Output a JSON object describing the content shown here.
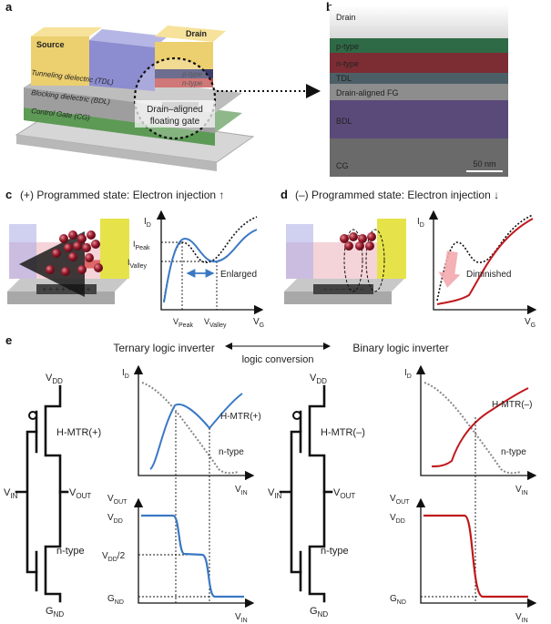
{
  "panels": {
    "a": {
      "label": "a",
      "source": "Source",
      "drain": "Drain",
      "p_type": "p-type",
      "n_type": "n-type",
      "tdl": "Tunneling dielectric (TDL)",
      "bdl": "Blocking dielectric (BDL)",
      "cg": "Control Gate (CG)",
      "fg_line1": "Drain–aligned",
      "fg_line2": "floating gate"
    },
    "b": {
      "label": "b",
      "layers": [
        "Drain",
        "p-type",
        "n-type",
        "TDL",
        "Drain-aligned FG",
        "BDL",
        "CG"
      ],
      "scale_bar": "50 nm"
    },
    "c": {
      "label": "c",
      "title": "(+) Programmed state: Electron injection ↑",
      "charge_signs": "+ + + + + + + +",
      "y_axis": "I",
      "y_sub": "D",
      "x_axis": "V",
      "x_sub": "G",
      "i_peak": "I",
      "i_peak_sub": "Peak",
      "i_valley": "I",
      "i_valley_sub": "Valley",
      "v_peak": "V",
      "v_peak_sub": "Peak",
      "v_valley": "V",
      "v_valley_sub": "Valley",
      "annotation": "Enlarged"
    },
    "d": {
      "label": "d",
      "title": "(–) Programmed state: Electron injection ↓",
      "charge_signs": "– – – – – – –",
      "y_axis": "I",
      "y_sub": "D",
      "x_axis": "V",
      "x_sub": "G",
      "annotation": "Diminished"
    },
    "e": {
      "label": "e",
      "left_title": "Ternary logic inverter",
      "right_title": "Binary logic inverter",
      "conversion": "logic conversion",
      "vdd": "V",
      "vdd_sub": "DD",
      "vin": "V",
      "vin_sub": "IN",
      "vout": "V",
      "vout_sub": "OUT",
      "gnd": "G",
      "gnd_sub": "ND",
      "ntype": "n-type",
      "hmtr_plus": "H-MTR(+)",
      "hmtr_minus": "H-MTR(–)",
      "id_axis": "I",
      "id_sub": "D",
      "vdd_half": "/2"
    }
  },
  "colors": {
    "blue": "#3a78c4",
    "red": "#c0181c",
    "dotted": "#222222",
    "gray_dash": "#777777"
  }
}
